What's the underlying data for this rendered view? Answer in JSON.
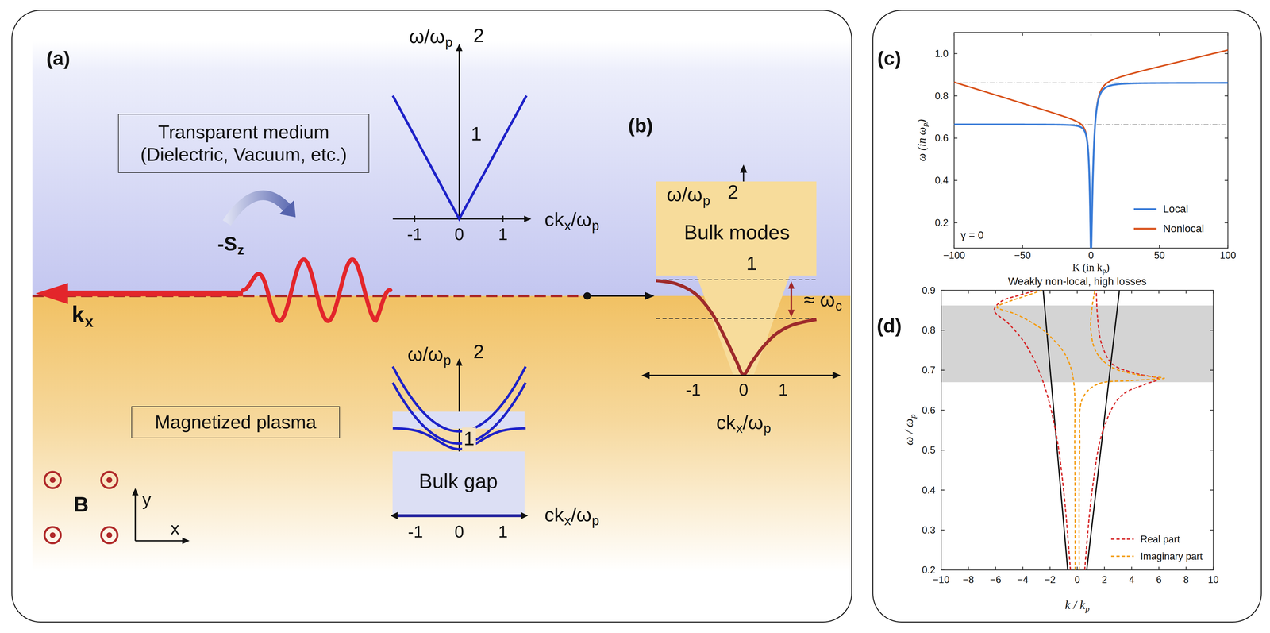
{
  "diagram": {
    "nodes": [
      {
        "text": [
          "(a)"
        ]
      },
      {
        "text": [
          "(c)",
          "(d)"
        ]
      },
      {
        "text": [
          "Transparent medium (Dielectric, Vacuum, etc.)"
        ],
        "in": 0
      },
      {
        "text": [
          "Magnetized plasma"
        ],
        "in": 0
      },
      {
        "text": [
          "Bulk modes"
        ],
        "in": 0
      },
      {
        "text": [
          "Bulk gap"
        ],
        "in": 0
      }
    ],
    "labels": [
      "ω/ω",
      "p",
      "2",
      "1",
      "ck",
      "x",
      "/ω",
      "p",
      "-1",
      "0",
      "1",
      "-S",
      "z",
      "k",
      "x",
      "ω/ω",
      "p",
      "2",
      "1",
      "ck",
      "x",
      "/ω",
      "p",
      "-1",
      "0",
      "1",
      "B",
      "y",
      "x",
      "(b)",
      "ω/ω",
      "p",
      "2",
      "1",
      "≈ ω",
      "c",
      "-1",
      "0",
      "1",
      "ck",
      "x",
      "/ω",
      "p",
      "1.0",
      "0.8",
      "0.6",
      "0.4",
      "0.2",
      "−100",
      "−50",
      "0",
      "50",
      "100",
      "K (in k",
      "p",
      ")",
      "ω (in ω",
      "p",
      ")",
      "γ = 0",
      "Weakly non-local, high losses",
      "0.9",
      "0.8",
      "0.7",
      "0.6",
      "0.5",
      "0.4",
      "0.3",
      "0.2",
      "−10",
      "−8",
      "−6",
      "−4",
      "−2",
      "0",
      "2",
      "4",
      "6",
      "8",
      "10",
      "k / k",
      "p",
      "ω / ω",
      "p"
    ],
    "legend": [
      {
        "text": "Local"
      },
      {
        "text": "Nonlocal"
      },
      {
        "text": "Real part"
      },
      {
        "text": "Imaginary part"
      }
    ]
  }
}
